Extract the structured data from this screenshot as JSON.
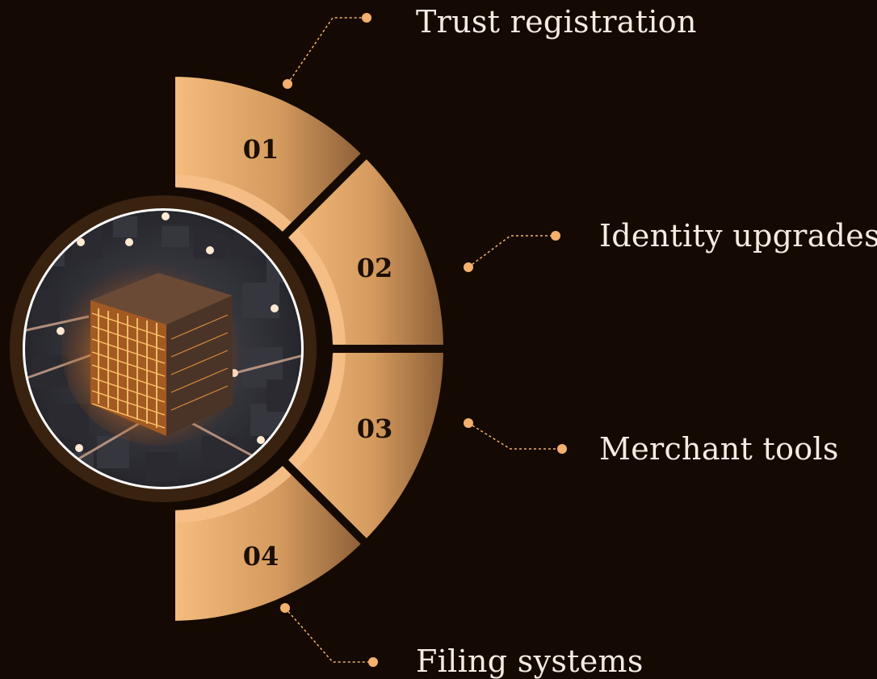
{
  "diagram": {
    "image_alt": "Glowing orange circuit cube",
    "steps": [
      {
        "number": "01",
        "label": "Trust registration"
      },
      {
        "number": "02",
        "label": "Identity upgrades"
      },
      {
        "number": "03",
        "label": "Merchant tools"
      },
      {
        "number": "04",
        "label": "Filing systems"
      }
    ],
    "colors": {
      "background": "#140a03",
      "segment_light": "#f3b878",
      "segment_dark": "#8e6038",
      "accent": "#f4b06e",
      "ring": "#3a2210",
      "text": "#f4ece2",
      "number_text": "#1c0f05"
    }
  }
}
